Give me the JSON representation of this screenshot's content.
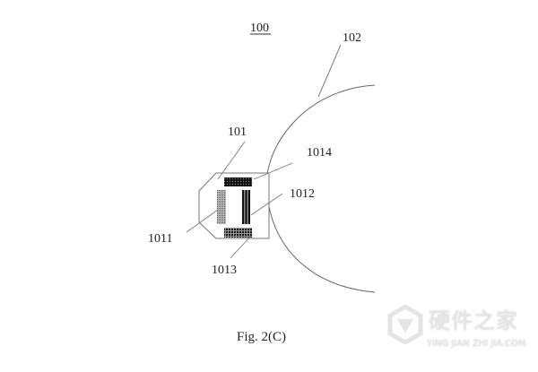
{
  "figure": {
    "reference": "100",
    "caption": "Fig. 2(C)",
    "labels": {
      "body": "102",
      "device": "101",
      "part_1011": "1011",
      "part_1012": "1012",
      "part_1013": "1013",
      "part_1014": "1014"
    }
  },
  "watermark": {
    "name": "硬件之家",
    "domain": "YING JIAN ZHI JIA.COM"
  }
}
